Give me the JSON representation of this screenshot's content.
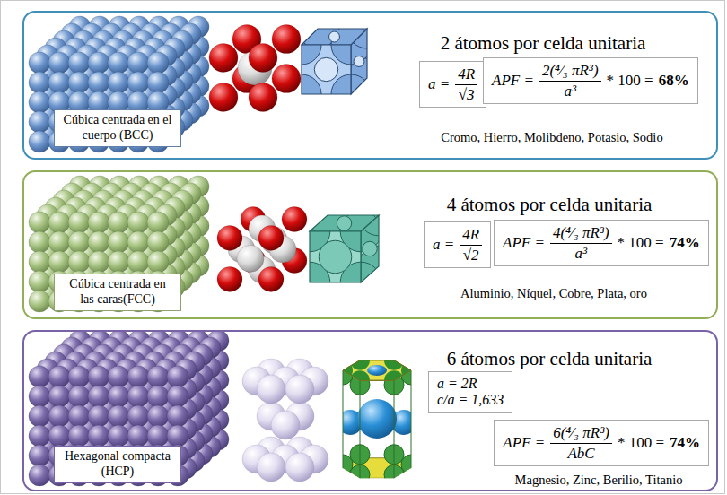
{
  "diagram": {
    "nodes": [
      {
        "text": [
          "2 átomos por celda unitaria",
          "Cromo, Hierro, Molibdeno, Potasio, Sodio"
        ]
      },
      {
        "text": [
          "Cúbica centrada en el cuerpo (BCC)"
        ],
        "in": 0
      },
      {
        "text": [
          "a =",
          "4R",
          "√3"
        ],
        "in": 0
      },
      {
        "text": [
          "APF =",
          "2(⁴⁄₃ πR³)",
          "a³",
          "* 100 =",
          "68%"
        ],
        "in": 0
      },
      {
        "text": [
          "4 átomos por celda unitaria",
          "Aluminio, Níquel, Cobre, Plata, oro"
        ]
      },
      {
        "text": [
          "Cúbica centrada en las caras(FCC)"
        ],
        "in": 4
      },
      {
        "text": [
          "a =",
          "4R",
          "√2"
        ],
        "in": 4
      },
      {
        "text": [
          "APF =",
          "4(⁴⁄₃ πR³)",
          "a³",
          "* 100 =",
          "74%"
        ],
        "in": 4
      },
      {
        "text": [
          "6 átomos por celda unitaria",
          "Magnesio, Zinc, Berilio, Titanio"
        ]
      },
      {
        "text": [
          "Hexagonal compacta (HCP)"
        ],
        "in": 8
      },
      {
        "text": [
          "a = 2R",
          "c/a = 1,633"
        ],
        "in": 8
      },
      {
        "text": [
          "APF =",
          "6(⁴⁄₃ πR³)",
          "AbC",
          "* 100 =",
          "74%"
        ],
        "in": 8
      }
    ]
  }
}
